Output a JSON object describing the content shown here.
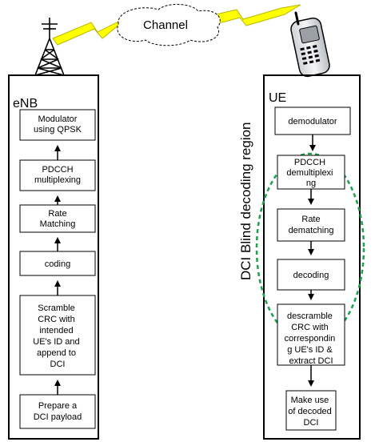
{
  "channel": {
    "label": "Channel"
  },
  "enb": {
    "label": "eNB",
    "blocks": [
      [
        "Modulator",
        "using QPSK"
      ],
      [
        "PDCCH",
        "multiplexing"
      ],
      [
        "Rate",
        "Matching"
      ],
      [
        "coding"
      ],
      [
        "Scramble",
        "CRC with",
        "intended",
        "UE's ID and",
        "append to",
        "DCI"
      ],
      [
        "Prepare a",
        "DCI payload"
      ]
    ]
  },
  "ue": {
    "label": "UE",
    "blocks": [
      [
        "demodulator"
      ],
      [
        "PDCCH",
        "demultiplexi",
        "ng"
      ],
      [
        "Rate",
        "dematching"
      ],
      [
        "decoding"
      ],
      [
        "descramble",
        "CRC with",
        "correspondin",
        "g  UE's ID &",
        "extract DCI"
      ],
      [
        "Make use",
        "of decoded",
        "DCI"
      ]
    ]
  },
  "region": {
    "label": "DCI Blind decoding region"
  },
  "colors": {
    "lightning": "#ffff00",
    "lightning_stroke": "#b8b800",
    "region": "#1aa34a",
    "phone_screen": "#9aa0a6"
  }
}
